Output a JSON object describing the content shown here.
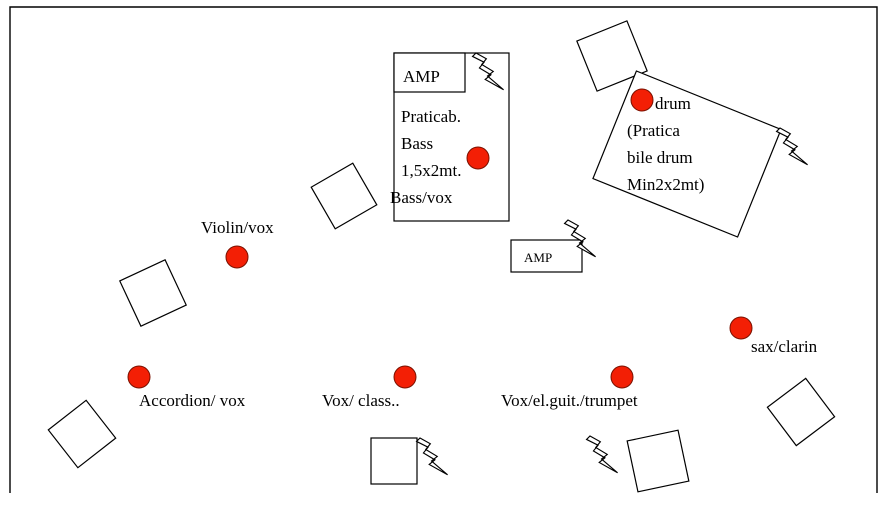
{
  "colors": {
    "musician_dot": "#f31f05",
    "outline": "#000000",
    "background": "#ffffff"
  },
  "icons": {
    "monitor": "monitor-wedge-icon",
    "power": "power-outlet-icon",
    "musician": "musician-position-icon"
  },
  "stage": {
    "amp_top_label": "AMP",
    "bass_riser_lines": [
      "Praticab.",
      "Bass",
      "1,5x2mt."
    ],
    "bass_vox_label": "Bass/vox",
    "amp_small_label": "AMP",
    "drum_lines": [
      "drum",
      "(Pratica",
      "bile drum",
      "Min2x2mt)"
    ],
    "violin_label": "Violin/vox",
    "sax_label": "sax/clarin",
    "accordion_label": "Accordion/ vox",
    "vox_class_label": "Vox/ class..",
    "vox_guitar_label": "Vox/el.guit./trumpet"
  }
}
